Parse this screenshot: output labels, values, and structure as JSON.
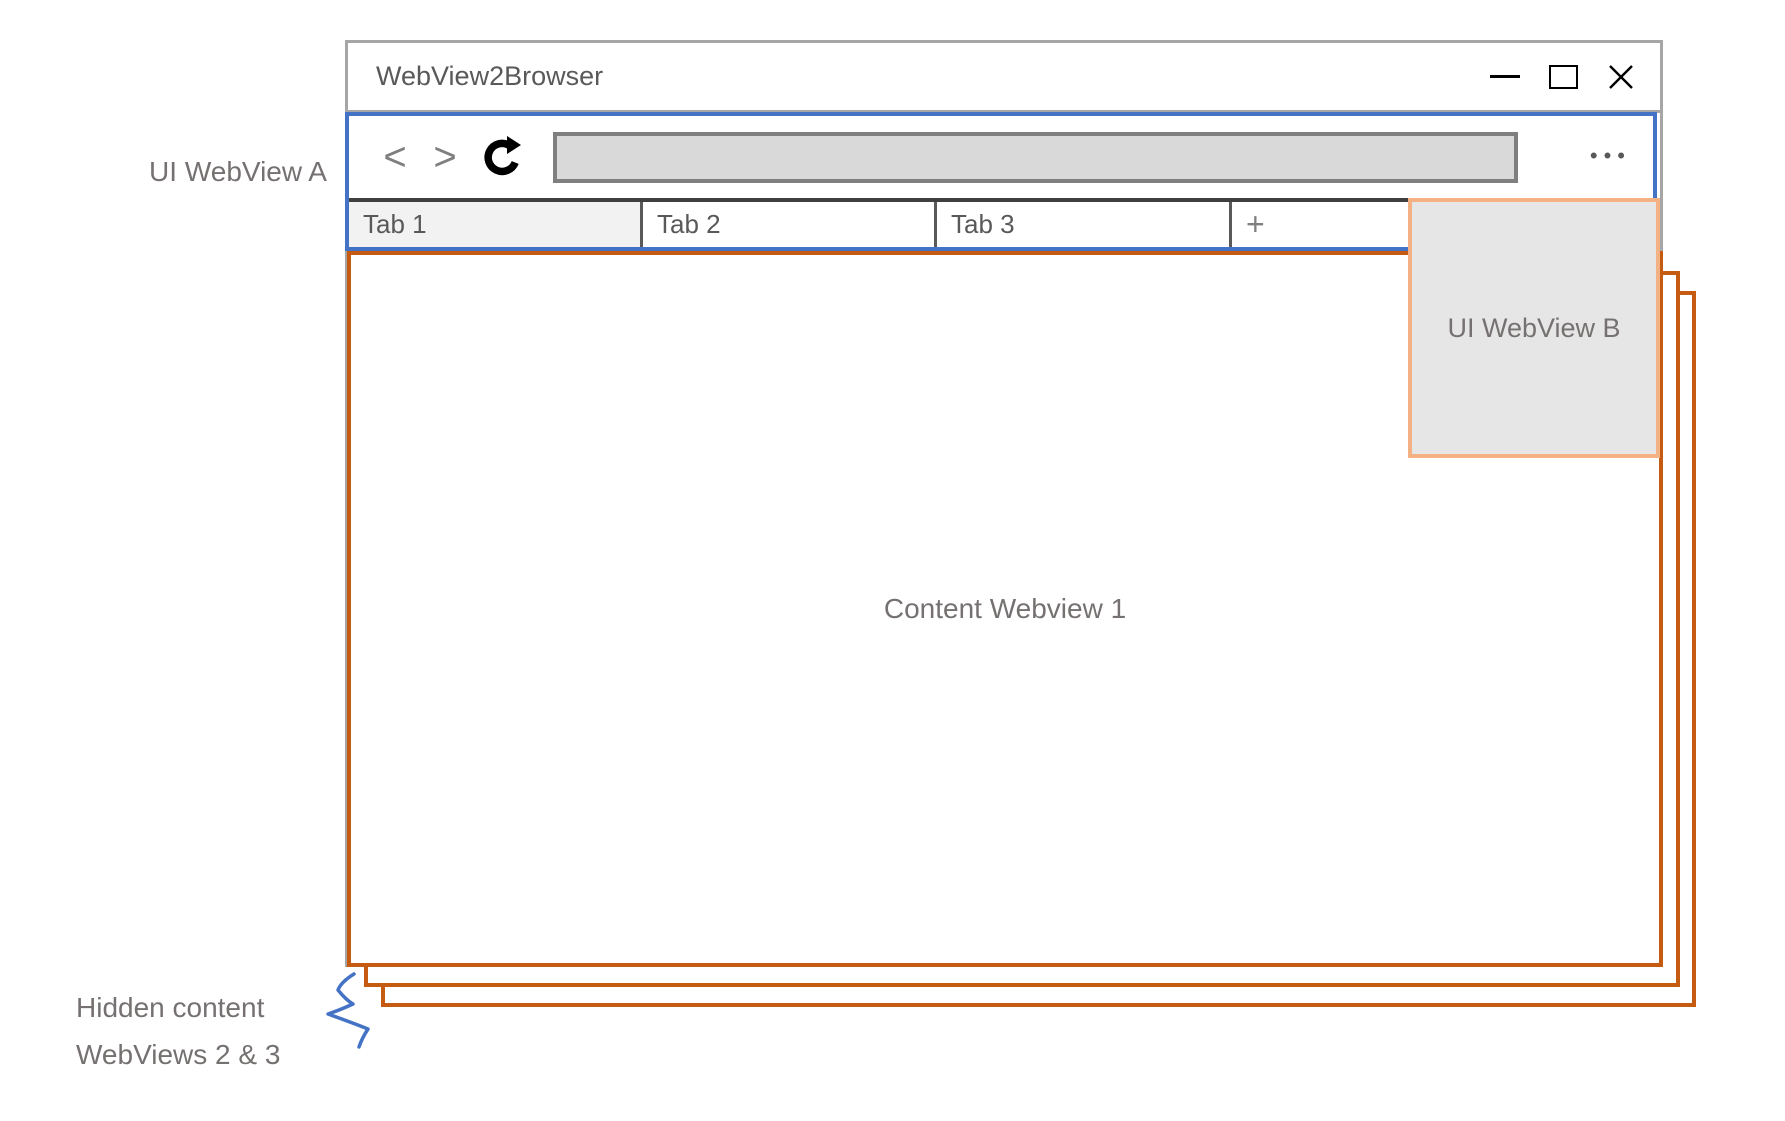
{
  "window": {
    "title": "WebView2Browser"
  },
  "nav": {
    "address_value": ""
  },
  "icons": {
    "back": "<",
    "forward": ">",
    "reload": "clockwise-circular-arrow",
    "menu": "•••",
    "minimize": "horizontal-bar",
    "maximize": "hollow-square",
    "close": "thin-x",
    "new_tab": "+"
  },
  "tabs": [
    {
      "label": "Tab 1",
      "active": true
    },
    {
      "label": "Tab 2",
      "active": false
    },
    {
      "label": "Tab 3",
      "active": false
    }
  ],
  "content": {
    "webview1_label": "Content Webview 1"
  },
  "annotations": {
    "ui_webview_a": "UI WebView A",
    "ui_webview_b": "UI WebView B",
    "hidden_content_line1": "Hidden content",
    "hidden_content_line2": "WebViews 2 & 3"
  },
  "colors": {
    "accent_blue": "#4472C4",
    "accent_orange": "#C55A11",
    "accent_orange_light": "#F4B183",
    "window_border_gray": "#A6A6A6",
    "label_gray": "#767171",
    "control_gray": "#595959",
    "active_tab_bg": "#F2F2F2",
    "address_bar_bg": "#D9D9D9",
    "webview_b_bg": "#E7E6E6"
  }
}
